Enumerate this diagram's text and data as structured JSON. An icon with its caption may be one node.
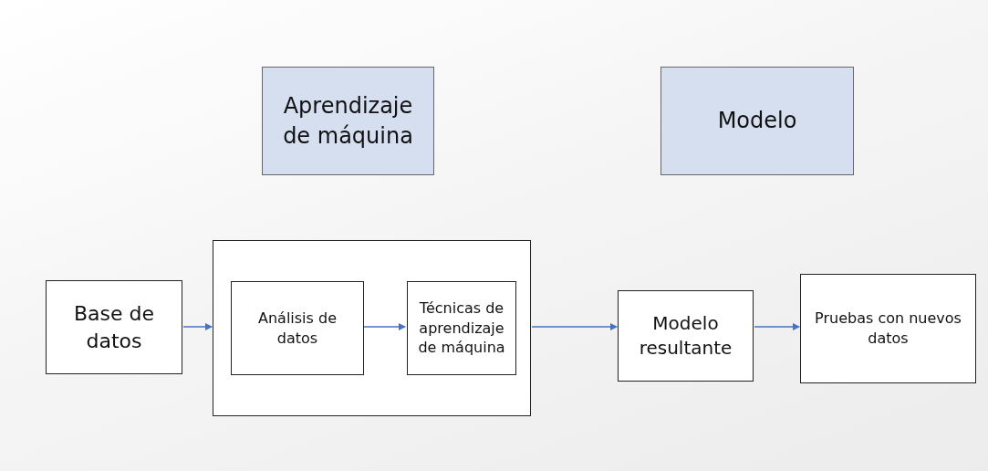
{
  "diagram": {
    "nodes": [
      {
        "text": [
          "Aprendizaje de máquina"
        ]
      },
      {
        "text": [
          "Modelo"
        ]
      },
      {
        "text": [
          "Base de datos"
        ]
      },
      {
        "text": [],
        "shape": "box"
      },
      {
        "text": [
          "Análisis de datos"
        ],
        "in": 3
      },
      {
        "text": [
          "Técnicas de aprendizaje de máquina"
        ],
        "in": 3
      },
      {
        "text": [
          "Modelo resultante"
        ]
      },
      {
        "text": [
          "Pruebas con nuevos datos"
        ]
      }
    ],
    "edges": [
      {
        "from": 2,
        "to": 3,
        "arrow": "to"
      },
      {
        "from": 4,
        "to": 5,
        "arrow": "to"
      },
      {
        "from": 3,
        "to": 6,
        "arrow": "to"
      },
      {
        "from": 6,
        "to": 7,
        "arrow": "to"
      }
    ]
  }
}
